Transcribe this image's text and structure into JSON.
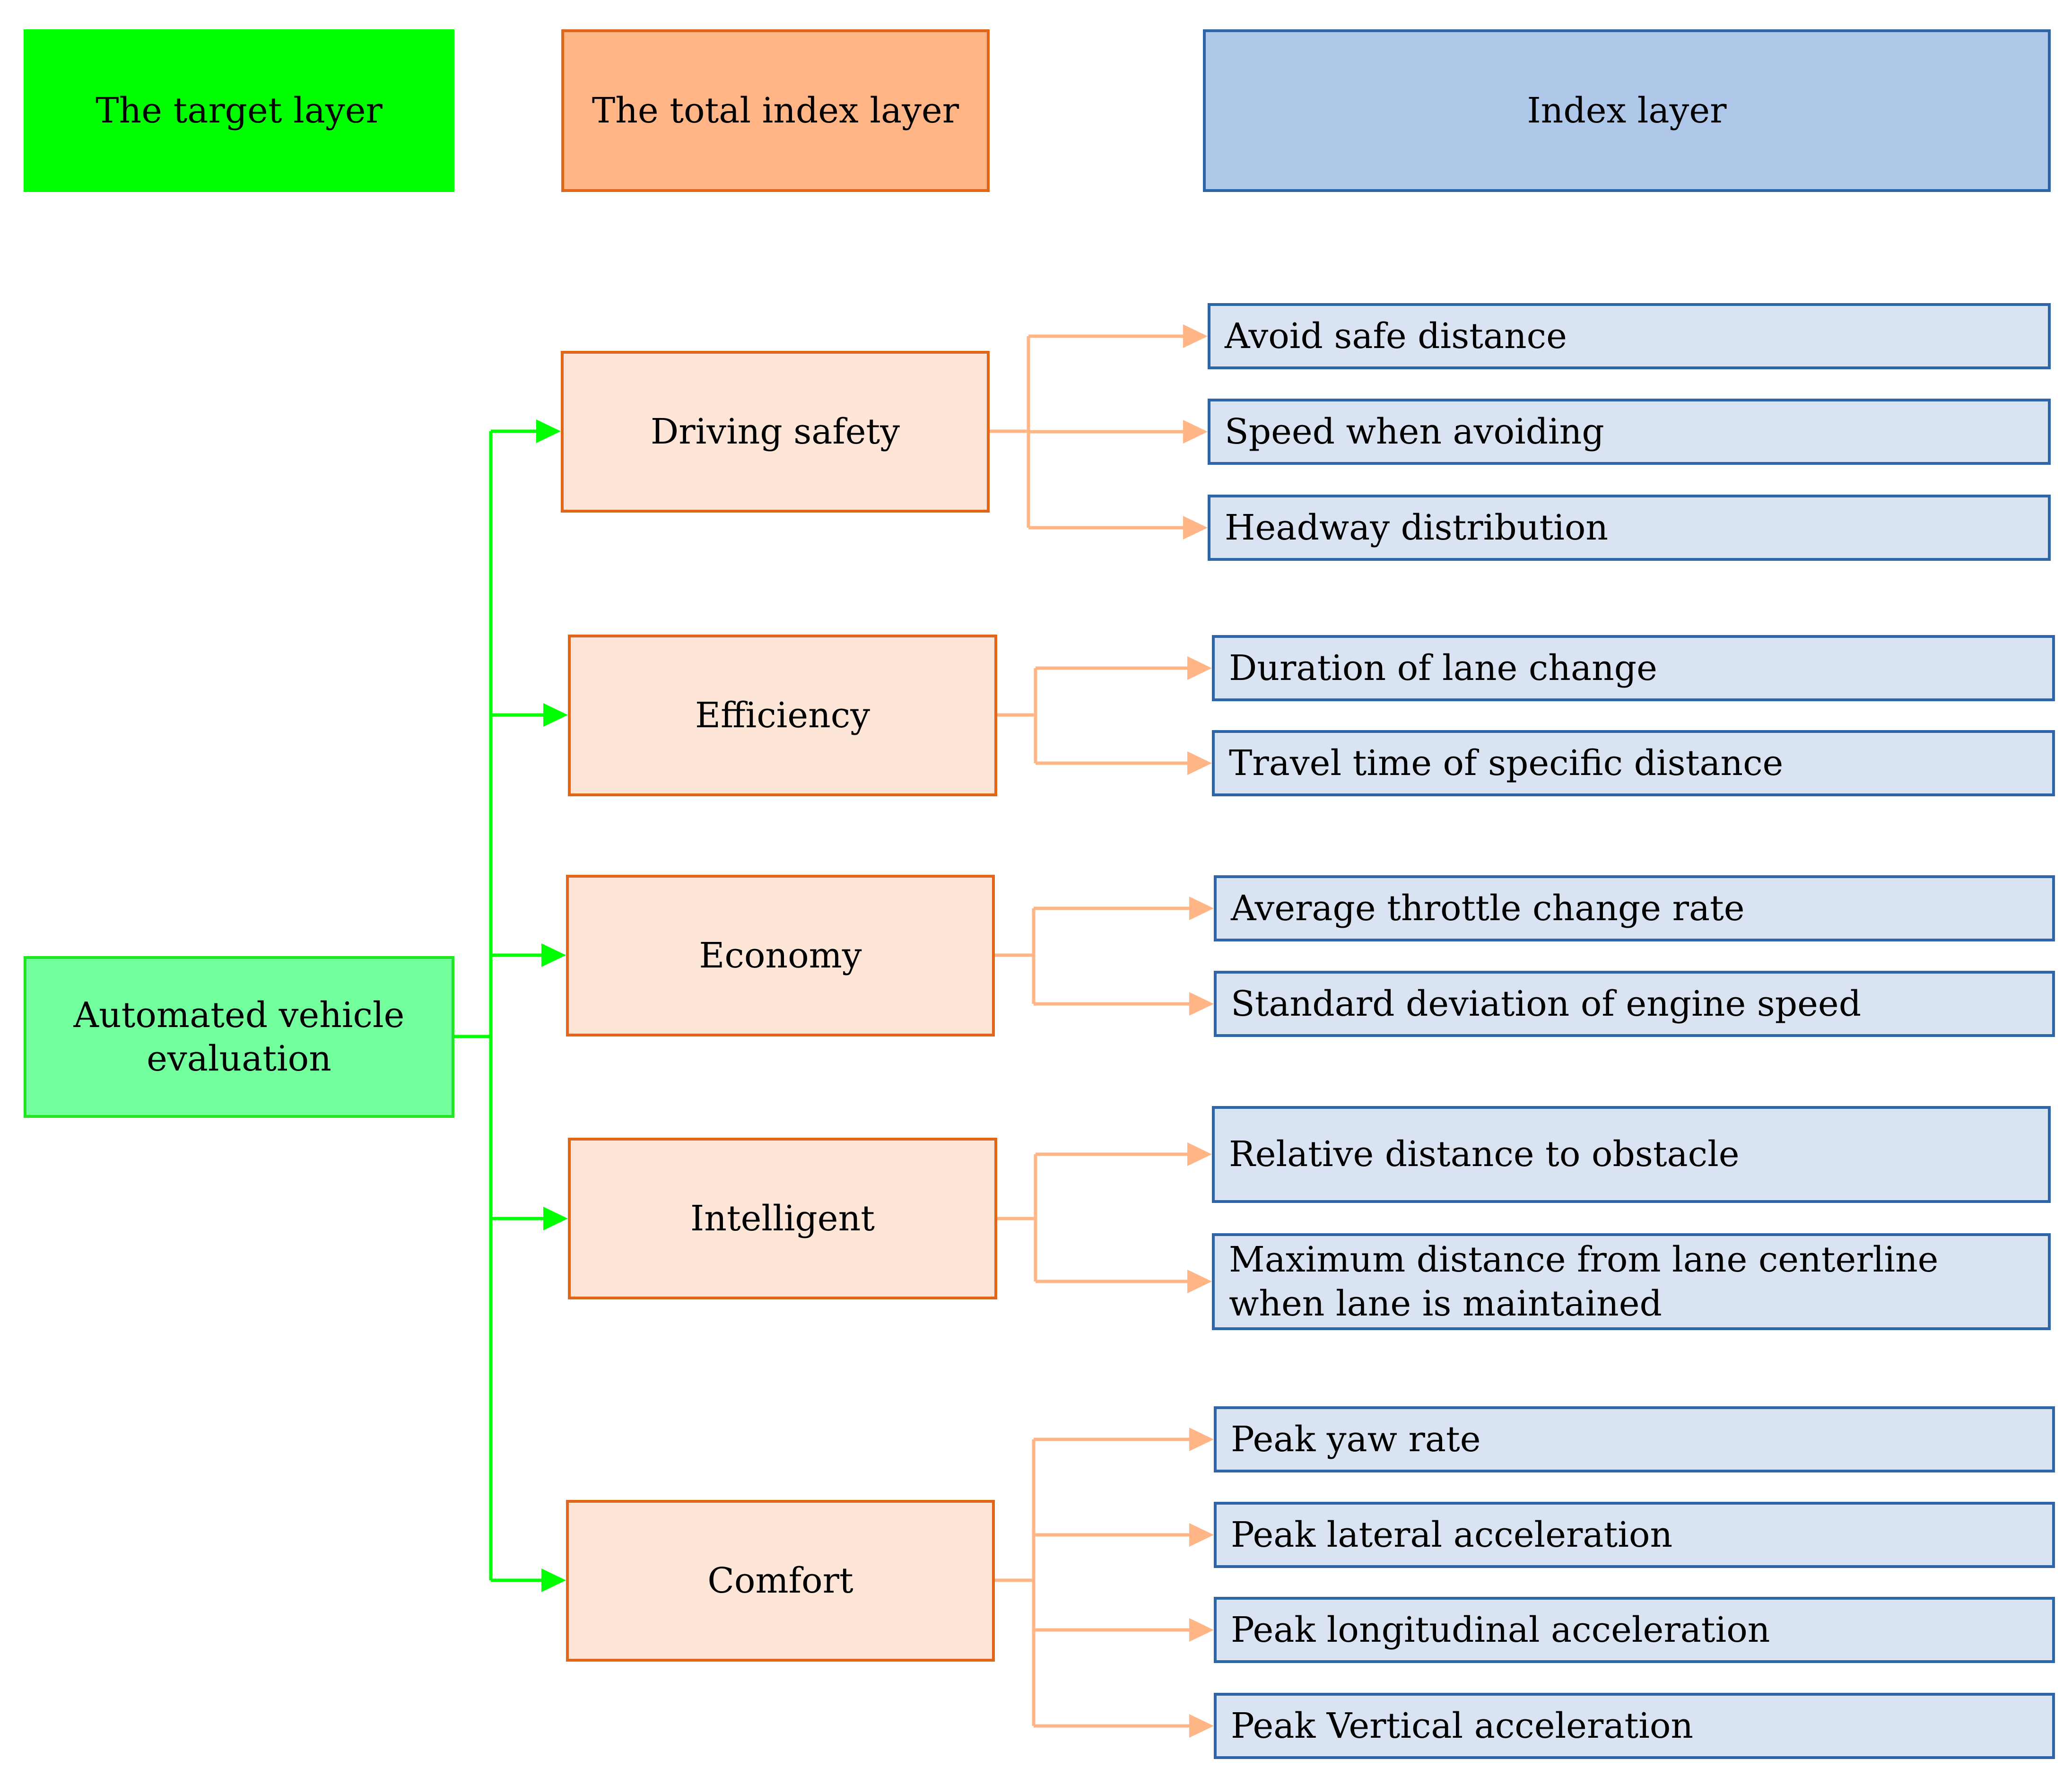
{
  "headers": {
    "target": "The target layer",
    "total_index": "The total index layer",
    "index": "Index layer"
  },
  "goal": "Automated vehicle evaluation",
  "criteria": [
    {
      "label": "Driving safety",
      "indices": [
        "Avoid safe distance",
        "Speed when avoiding",
        "Headway distribution"
      ]
    },
    {
      "label": "Efficiency",
      "indices": [
        "Duration of lane change",
        "Travel time of specific distance"
      ]
    },
    {
      "label": "Economy",
      "indices": [
        "Average throttle change rate",
        "Standard deviation of engine speed"
      ]
    },
    {
      "label": "Intelligent",
      "indices": [
        "Relative distance to obstacle",
        "Maximum distance from lane centerline when lane is maintained"
      ]
    },
    {
      "label": "Comfort",
      "indices": [
        "Peak yaw rate",
        "Peak lateral acceleration",
        "Peak longitudinal acceleration",
        "Peak Vertical acceleration"
      ]
    }
  ],
  "colors": {
    "target_connector": "#00ff00",
    "index_connector": "#ffb586"
  }
}
